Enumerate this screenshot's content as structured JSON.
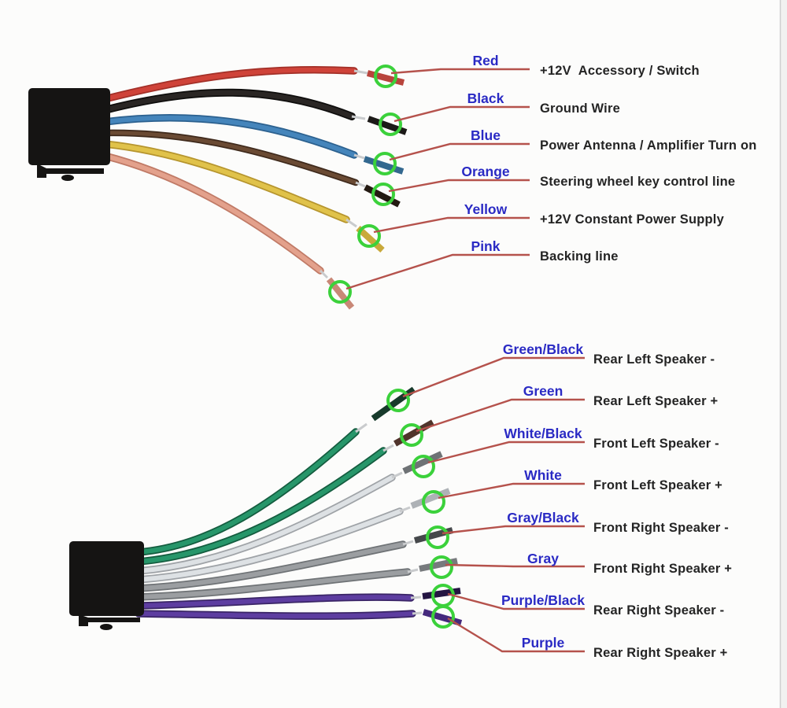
{
  "colors": {
    "background": "#fcfcfb",
    "label_blue": "#2a2ac4",
    "function_text": "#242424",
    "leader_red": "#b5524c",
    "ring_green": "#3bd13b",
    "connector_black": "#151413",
    "stripped_silver": "#c9cbcd",
    "edge_line": "#cfcfcf",
    "edge_band": "#f1f1f0"
  },
  "top_harness": {
    "wires": [
      {
        "color_label": "Red",
        "function": "+12V  Accessory / Switch",
        "hex": "#cf4339",
        "dark": "#a33028",
        "tip": "#b8443c"
      },
      {
        "color_label": "Black",
        "function": "Ground Wire",
        "hex": "#2a2624",
        "dark": "#0f0e0d",
        "tip": "#1c1a18"
      },
      {
        "color_label": "Blue",
        "function": "Power Antenna / Amplifier Turn on",
        "hex": "#4585bb",
        "dark": "#2c618f",
        "tip": "#33688f"
      },
      {
        "color_label": "Orange",
        "function": "Steering wheel key control line",
        "hex": "#6a4a33",
        "dark": "#3f2a1c",
        "tip": "#241a12"
      },
      {
        "color_label": "Yellow",
        "function": "+12V Constant Power Supply",
        "hex": "#e0c24a",
        "dark": "#b6952e",
        "tip": "#c9a93a"
      },
      {
        "color_label": "Pink",
        "function": "Backing line",
        "hex": "#e3a18c",
        "dark": "#c07a66",
        "tip": "#c98877"
      }
    ]
  },
  "bottom_harness": {
    "wires": [
      {
        "color_label": "Green/Black",
        "function": "Rear Left Speaker -",
        "hex": "#27966a",
        "dark": "#145c3f",
        "tip": "#173a2b"
      },
      {
        "color_label": "Green",
        "function": "Rear Left Speaker +",
        "hex": "#27966a",
        "dark": "#145c3f",
        "tip": "#50342b"
      },
      {
        "color_label": "White/Black",
        "function": "Front Left Speaker -",
        "hex": "#dde1e4",
        "dark": "#9fa3a7",
        "tip": "#6e7275"
      },
      {
        "color_label": "White",
        "function": "Front Left Speaker +",
        "hex": "#dde1e4",
        "dark": "#9fa3a7",
        "tip": "#aeb2b6"
      },
      {
        "color_label": "Gray/Black",
        "function": "Front Right Speaker -",
        "hex": "#9b9ea1",
        "dark": "#6f7376",
        "tip": "#45484b"
      },
      {
        "color_label": "Gray",
        "function": "Front Right Speaker +",
        "hex": "#9b9ea1",
        "dark": "#6f7376",
        "tip": "#777a7d"
      },
      {
        "color_label": "Purple/Black",
        "function": "Rear Right Speaker -",
        "hex": "#5d3da0",
        "dark": "#3a2566",
        "tip": "#241542"
      },
      {
        "color_label": "Purple",
        "function": "Rear Right Speaker +",
        "hex": "#5d3da0",
        "dark": "#3a2566",
        "tip": "#45297d"
      }
    ]
  }
}
